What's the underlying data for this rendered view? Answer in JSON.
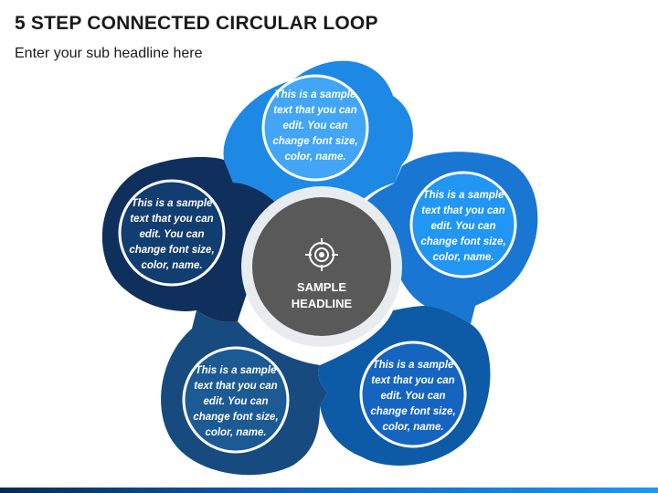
{
  "title": "5 STEP CONNECTED CIRCULAR LOOP",
  "subtitle": "Enter your sub headline here",
  "center": {
    "line1": "SAMPLE",
    "line2": "HEADLINE",
    "icon": "target-icon"
  },
  "steps": [
    {
      "lines": [
        "This is a sample",
        "text that you can",
        "edit. You can",
        "change font size,",
        "color, name."
      ]
    },
    {
      "lines": [
        "This is a sample",
        "text that you can",
        "edit. You can",
        "change font size,",
        "color, name."
      ]
    },
    {
      "lines": [
        "This is a sample",
        "text that you can",
        "edit. You can",
        "change font size,",
        "color, name."
      ]
    },
    {
      "lines": [
        "This is a sample",
        "text that you can",
        "edit. You can",
        "change font size,",
        "color, name."
      ]
    },
    {
      "lines": [
        "This is a sample",
        "text that you can",
        "edit. You can",
        "change font size,",
        "color, name."
      ]
    }
  ],
  "colors": {
    "step_top_outer": "#1e88e5",
    "step_top_inner": "#42a5f5",
    "step_right_outer": "#1976d2",
    "step_right_inner": "#2196f3",
    "step_bottom_right_outer": "#0d5aa7",
    "step_bottom_right_inner": "#1565c0",
    "step_bottom_left_outer": "#174a7e",
    "step_bottom_left_inner": "#1c5a94",
    "step_left_outer": "#0f2f5c",
    "step_left_inner": "#123d70",
    "center_fill": "#595959",
    "center_ring": "#e9ecef"
  }
}
